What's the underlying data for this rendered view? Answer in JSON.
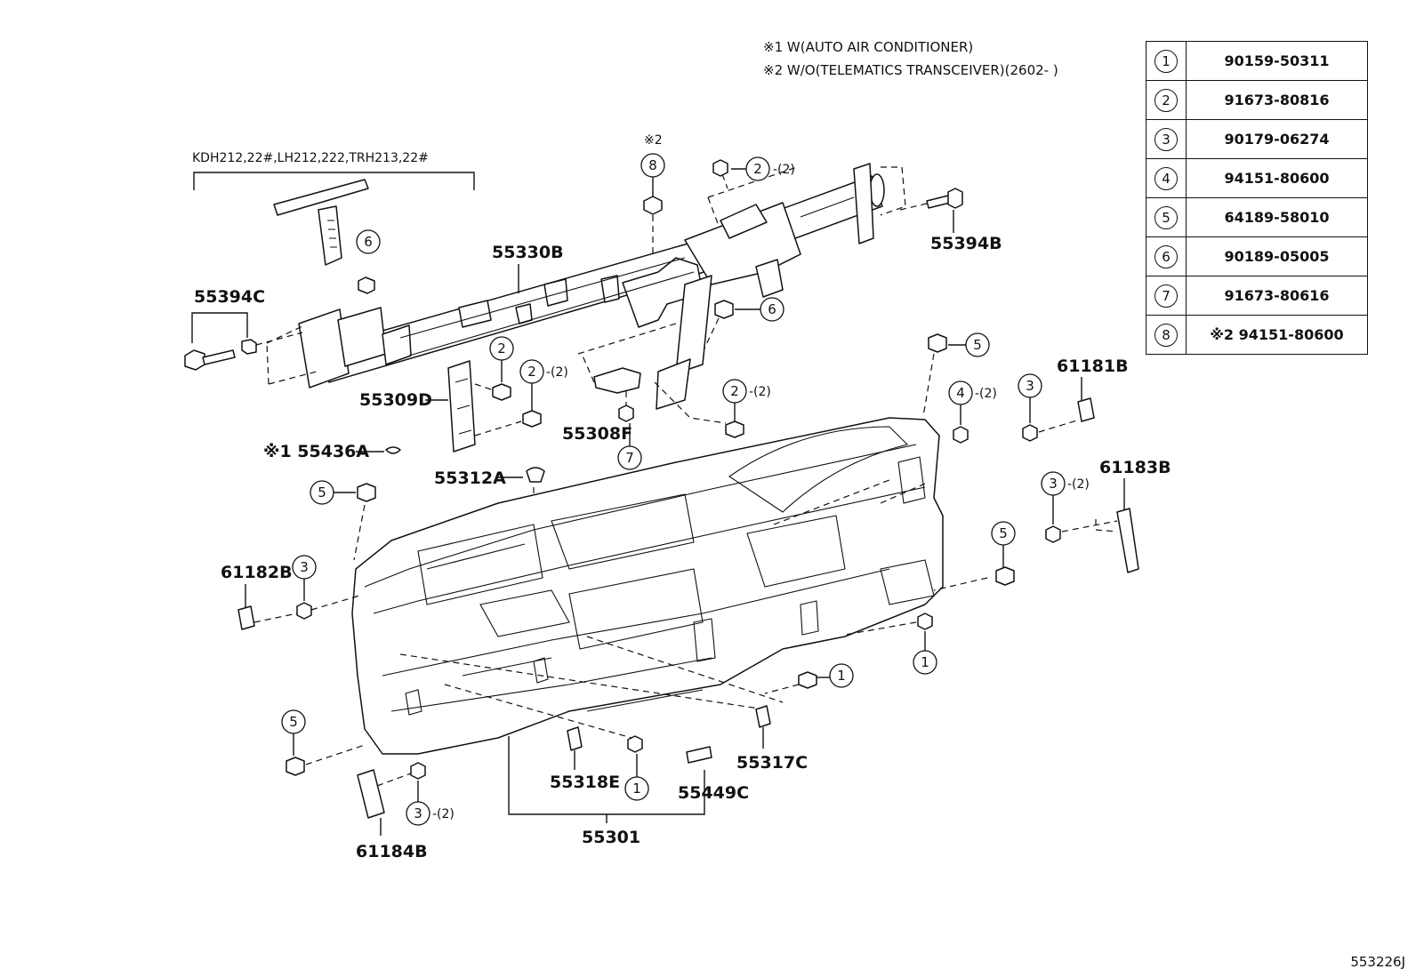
{
  "notes": [
    "※1 W(AUTO AIR CONDITIONER)",
    "※2 W/O(TELEMATICS TRANSCEIVER)(2602-    )"
  ],
  "variant_bracket_label": "KDH212,22#,LH212,222,TRH213,22#",
  "note2_marker": "※2",
  "legend": [
    {
      "key": "1",
      "part": "90159-50311"
    },
    {
      "key": "2",
      "part": "91673-80816"
    },
    {
      "key": "3",
      "part": "90179-06274"
    },
    {
      "key": "4",
      "part": "94151-80600"
    },
    {
      "key": "5",
      "part": "64189-58010"
    },
    {
      "key": "6",
      "part": "90189-05005"
    },
    {
      "key": "7",
      "part": "91673-80616"
    },
    {
      "key": "8",
      "part": "※2 94151-80600"
    }
  ],
  "part_labels": {
    "p55330B": "55330B",
    "p55394C": "55394C",
    "p55394B": "55394B",
    "p55309D": "55309D",
    "p55308F": "55308F",
    "p55436A": "※1 55436A",
    "p55312A": "55312A",
    "p61181B": "61181B",
    "p61183B": "61183B",
    "p61182B": "61182B",
    "p55318E": "55318E",
    "p55449C": "55449C",
    "p55317C": "55317C",
    "p55301": "55301",
    "p61184B": "61184B"
  },
  "callouts": {
    "c8": "8",
    "c2a": "2",
    "c2a_qty": "-(2)",
    "c6a": "6",
    "c6b": "6",
    "c2b": "2",
    "c2c": "2",
    "c2c_qty": "-(2)",
    "c7": "7",
    "c2d": "2",
    "c2d_qty": "-(2)",
    "c5a": "5",
    "c4": "4",
    "c4_qty": "-(2)",
    "c3a": "3",
    "c5b": "5",
    "c3b": "3",
    "c3c": "3",
    "c3c_qty": "-(2)",
    "c5c": "5",
    "c1a": "1",
    "c1b": "1",
    "c1c": "1",
    "c5d": "5",
    "c3d": "3",
    "c3d_qty": "-(2)"
  },
  "ref_code": "553226J"
}
